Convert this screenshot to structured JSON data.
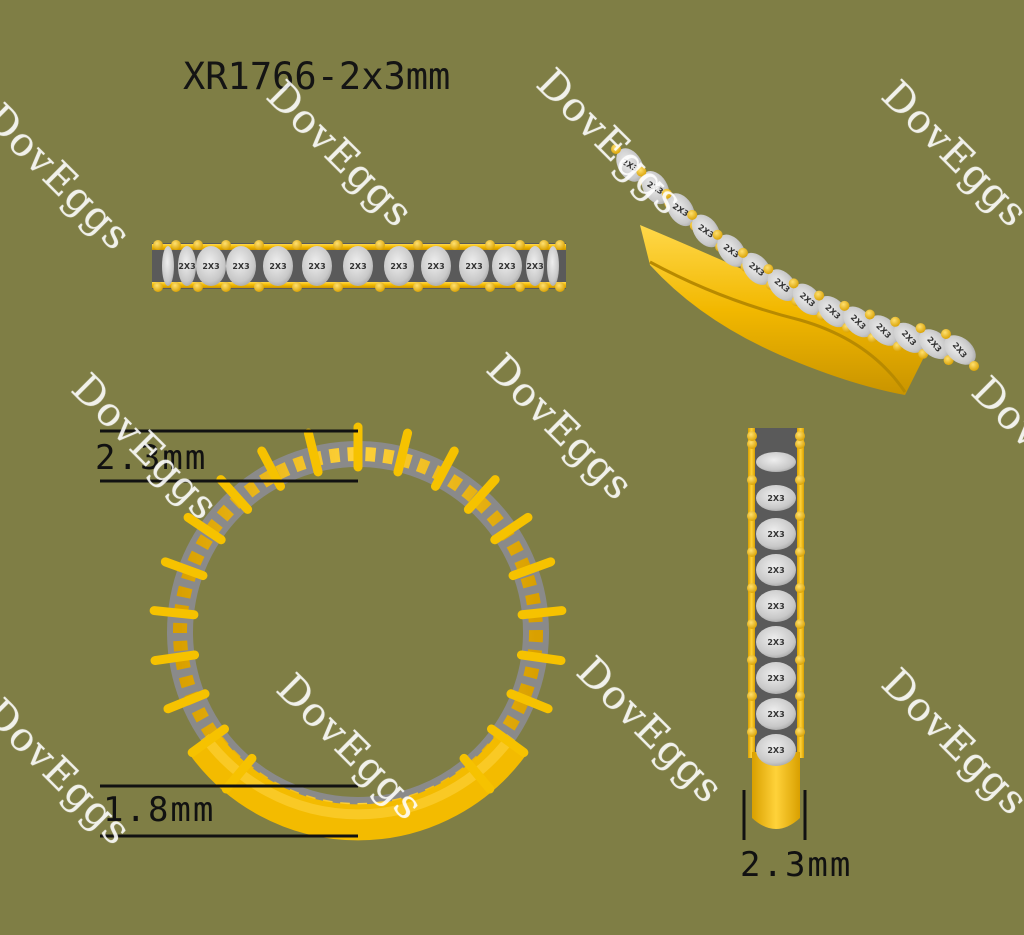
{
  "title": "XR1766-2x3mm",
  "dimensions": {
    "top_width": "2.3mm",
    "bottom_width": "1.8mm",
    "side_width": "2.3mm"
  },
  "stone_label": "2X3",
  "watermark": "DovEggs",
  "colors": {
    "background": "#7f7e45",
    "gold": "#f5c000",
    "stone": "#c9c9c9"
  }
}
